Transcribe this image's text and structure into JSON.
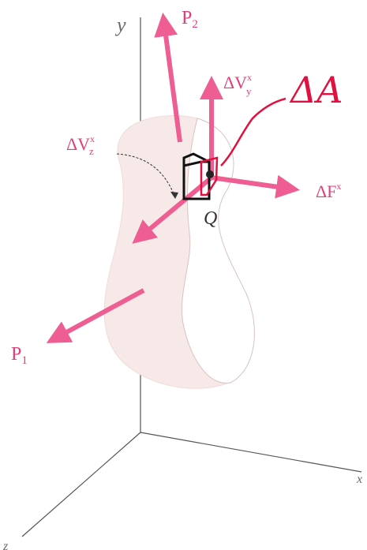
{
  "colors": {
    "arrow": "#ee5e92",
    "label": "#e0407a",
    "body_fill": "#f6e9e7",
    "body_edge": "#d8c4c1",
    "axis": "#555555",
    "annotation": "#e01040",
    "element_box": "#111111"
  },
  "axes": {
    "y_label": "y",
    "x_label": "x",
    "z_label": "z"
  },
  "labels": {
    "p2": "P",
    "p2_sub": "2",
    "p1": "P",
    "p1_sub": "1",
    "dvy": "ΔV",
    "dvy_sup": "x",
    "dvy_sub": "y",
    "dvz": "ΔV",
    "dvz_sup": "x",
    "dvz_sub": "z",
    "dfx": "ΔF",
    "dfx_sup": "x",
    "point": "Q",
    "area_annotation": "ΔA"
  }
}
